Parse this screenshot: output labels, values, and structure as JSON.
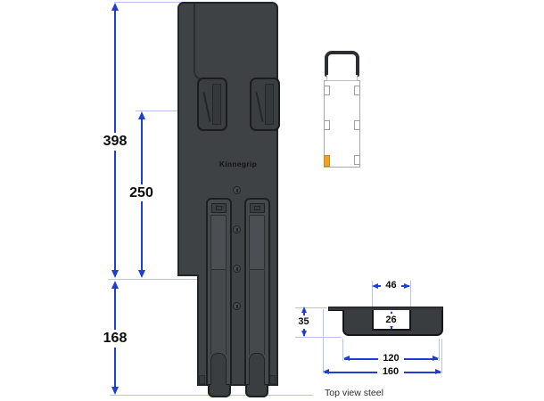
{
  "brand_label": "Kinnegrip",
  "section_caption": "Top view steel",
  "side_view": {
    "total_height_mm": "398",
    "upper_section_mm": "250",
    "lower_section_mm": "168"
  },
  "top_view": {
    "slot_width_mm": "46",
    "slot_depth_mm": "26",
    "profile_depth_mm": "35",
    "inner_width_mm": "120",
    "overall_width_mm": "160"
  },
  "colors": {
    "dimension_blue": "#1f3fd0",
    "extension_blue": "#b7c4ea",
    "steel_dark": "#3f4244",
    "outline_dark": "#1d2022",
    "truck_outline_gray": "#9ba0a3",
    "highlight_orange": "#f4a125"
  }
}
